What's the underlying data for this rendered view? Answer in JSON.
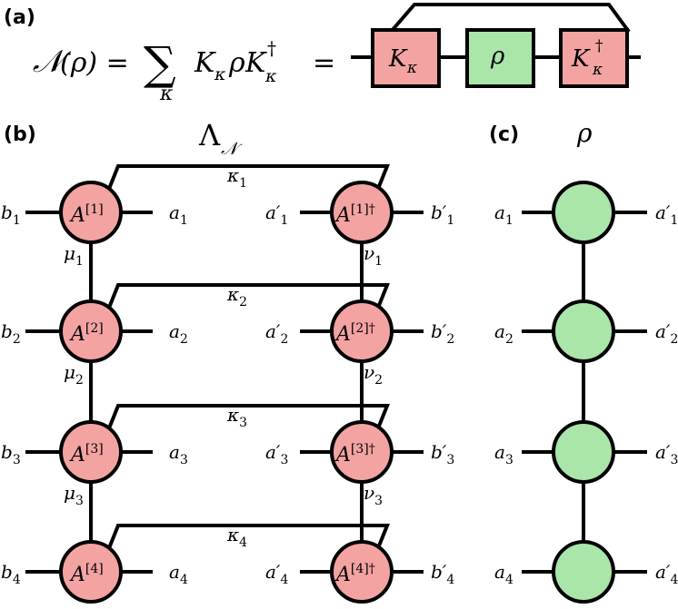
{
  "panels": {
    "a": "(a)",
    "b": "(b)",
    "c": "(c)"
  },
  "equation": {
    "lhs_N": "𝒩",
    "lhs_arg": "(ρ) =",
    "sum": "∑",
    "sum_index": "κ",
    "body_K": "K",
    "body_K_sub": "κ",
    "body_rho": "ρ",
    "body_Kd": "K",
    "body_Kd_sup": "†",
    "body_Kd_sub": "κ",
    "eq2": "=",
    "box_K": "K",
    "box_K_sub": "κ",
    "box_rho": "ρ",
    "box_Kd": "K",
    "box_Kd_sup": "†",
    "box_Kd_sub": "κ"
  },
  "titles": {
    "lambda": "Λ",
    "lambda_sub": "𝒩",
    "rho": "ρ"
  },
  "sites": [
    {
      "A": "A",
      "sup": "[1]",
      "supd": "[1]†",
      "b": "b",
      "a": "a",
      "ap": "a′",
      "bp": "b′",
      "n": "1",
      "kappa": "κ",
      "mu": "μ",
      "nu": "ν"
    },
    {
      "A": "A",
      "sup": "[2]",
      "supd": "[2]†",
      "b": "b",
      "a": "a",
      "ap": "a′",
      "bp": "b′",
      "n": "2",
      "kappa": "κ",
      "mu": "μ",
      "nu": "ν"
    },
    {
      "A": "A",
      "sup": "[3]",
      "supd": "[3]†",
      "b": "b",
      "a": "a",
      "ap": "a′",
      "bp": "b′",
      "n": "3",
      "kappa": "κ",
      "mu": "μ",
      "nu": "ν"
    },
    {
      "A": "A",
      "sup": "[4]",
      "supd": "[4]†",
      "b": "b",
      "a": "a",
      "ap": "a′",
      "bp": "b′",
      "n": "4",
      "kappa": "κ",
      "mu": "",
      "nu": ""
    }
  ],
  "colors": {
    "red": "#f4a3a3",
    "green": "#aae5aa",
    "stroke": "#000000"
  }
}
